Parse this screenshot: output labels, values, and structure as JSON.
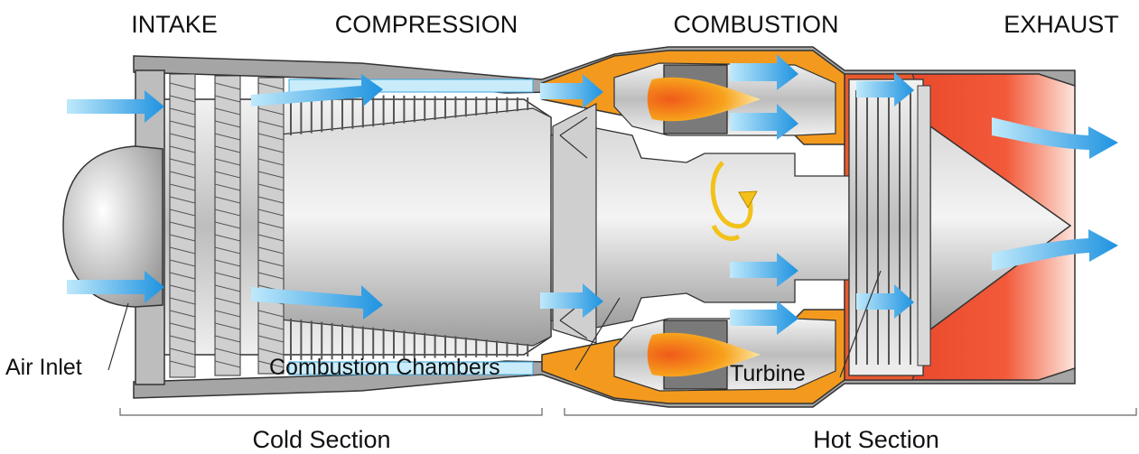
{
  "stages": {
    "intake": "INTAKE",
    "compression": "COMPRESSION",
    "combustion": "COMBUSTION",
    "exhaust": "EXHAUST"
  },
  "parts": {
    "air_inlet": "Air Inlet",
    "combustion_chambers": "Combustion Chambers",
    "turbine": "Turbine"
  },
  "sections": {
    "cold": "Cold Section",
    "hot": "Hot Section"
  },
  "colors": {
    "casing_gray": "#9a9a9a",
    "metal_light": "#e6e6e6",
    "metal_dark": "#6e6e6e",
    "hot_orange": "#f39a1e",
    "exhaust_red": "#ee4b2b",
    "airflow_blue": "#2ea7ea",
    "flame": "#f7a21b",
    "rotation_yellow": "#f2c21a"
  }
}
